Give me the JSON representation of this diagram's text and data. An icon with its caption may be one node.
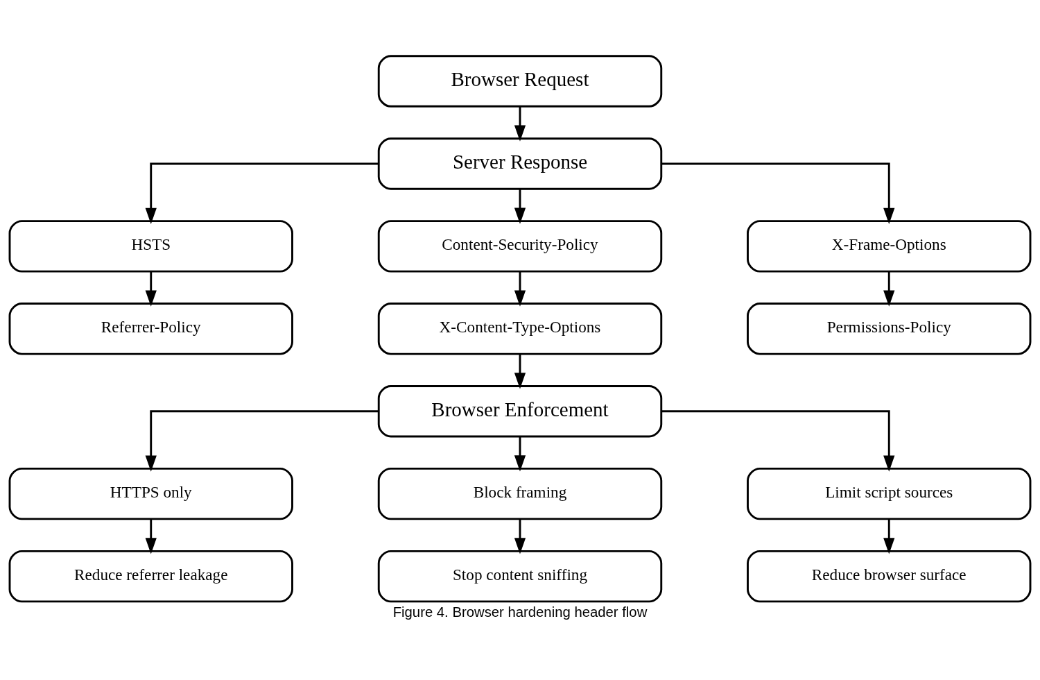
{
  "diagram": {
    "caption": "Figure 4. Browser hardening header flow",
    "nodes": [
      {
        "text": [
          "Browser Request"
        ]
      },
      {
        "text": [
          "Server Response"
        ]
      },
      {
        "text": [
          "HSTS"
        ]
      },
      {
        "text": [
          "Content-Security-Policy"
        ]
      },
      {
        "text": [
          "X-Frame-Options"
        ]
      },
      {
        "text": [
          "Referrer-Policy"
        ]
      },
      {
        "text": [
          "X-Content-Type-Options"
        ]
      },
      {
        "text": [
          "Permissions-Policy"
        ]
      },
      {
        "text": [
          "Browser Enforcement"
        ]
      },
      {
        "text": [
          "HTTPS only"
        ]
      },
      {
        "text": [
          "Block framing"
        ]
      },
      {
        "text": [
          "Limit script sources"
        ]
      },
      {
        "text": [
          "Reduce referrer leakage"
        ]
      },
      {
        "text": [
          "Stop content sniffing"
        ]
      },
      {
        "text": [
          "Reduce browser surface"
        ]
      }
    ],
    "edges": [
      {
        "from": 0,
        "to": 1,
        "arrow": "to"
      },
      {
        "from": 1,
        "to": 2,
        "arrow": "to"
      },
      {
        "from": 1,
        "to": 3,
        "arrow": "to"
      },
      {
        "from": 1,
        "to": 4,
        "arrow": "to"
      },
      {
        "from": 2,
        "to": 5,
        "arrow": "to"
      },
      {
        "from": 3,
        "to": 6,
        "arrow": "to"
      },
      {
        "from": 4,
        "to": 7,
        "arrow": "to"
      },
      {
        "from": 6,
        "to": 8,
        "arrow": "to"
      },
      {
        "from": 8,
        "to": 9,
        "arrow": "to"
      },
      {
        "from": 8,
        "to": 10,
        "arrow": "to"
      },
      {
        "from": 8,
        "to": 11,
        "arrow": "to"
      },
      {
        "from": 9,
        "to": 12,
        "arrow": "to"
      },
      {
        "from": 10,
        "to": 13,
        "arrow": "to"
      },
      {
        "from": 11,
        "to": 14,
        "arrow": "to"
      }
    ]
  }
}
